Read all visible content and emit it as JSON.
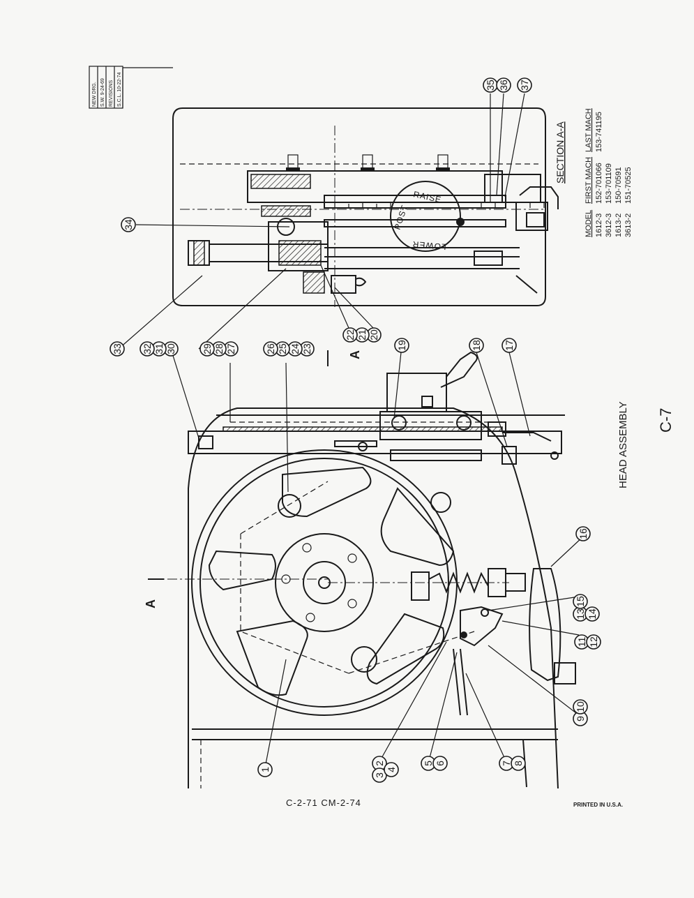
{
  "revision_block": {
    "line1": "NEW DRG.",
    "line2": "S.W. 9-24-69",
    "line3": "REVISIONS",
    "line4": "S.C.L. 10-22-74"
  },
  "section_label": "SECTION A-A",
  "dial": {
    "raise": "RAISE",
    "post": "POST",
    "lower": "LOWER"
  },
  "model_table": {
    "headers": [
      "MODEL",
      "FIRST MACH",
      "LAST MACH"
    ],
    "rows": [
      [
        "1612-3",
        "152-701066",
        "153-741195"
      ],
      [
        "3612-3",
        "153-701109",
        ""
      ],
      [
        "1613-2",
        "150-70591",
        ""
      ],
      [
        "3613-2",
        "151-70525",
        ""
      ]
    ]
  },
  "section_marker": "A",
  "title": "HEAD ASSEMBLY",
  "page_number": "C-7",
  "footer_codes": "C-2-71  CM-2-74",
  "printed_note": "PRINTED IN U.S.A.",
  "callouts": [
    "1",
    "2",
    "3",
    "4",
    "5",
    "6",
    "7",
    "8",
    "9",
    "10",
    "11",
    "12",
    "13",
    "14",
    "15",
    "16",
    "17",
    "18",
    "19",
    "20",
    "21",
    "22",
    "23",
    "24",
    "25",
    "26",
    "27",
    "28",
    "29",
    "30",
    "31",
    "32",
    "33",
    "34",
    "35",
    "36",
    "37"
  ]
}
